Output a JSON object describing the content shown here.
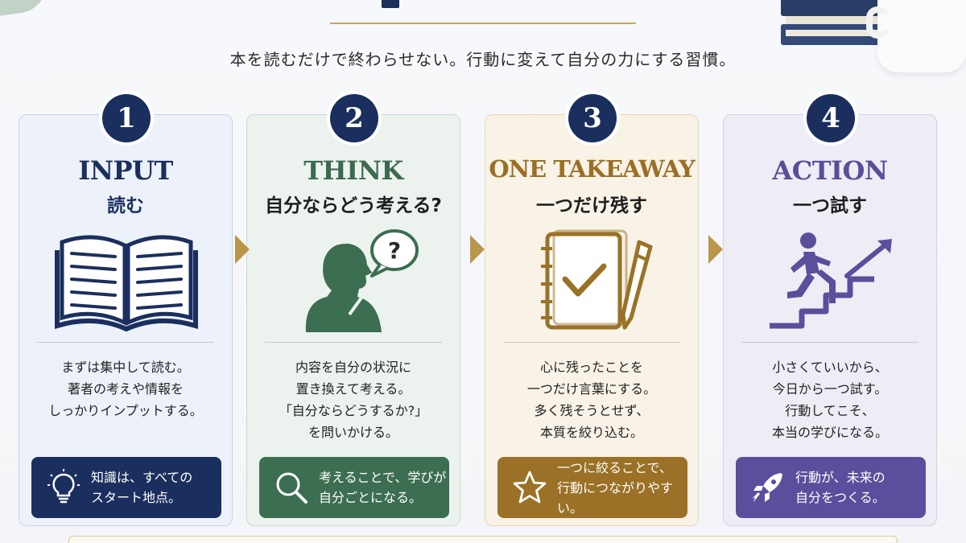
{
  "subtitle": "本を読むだけで終わらせない。行動に変えて自分の力にする習慣。",
  "steps": [
    {
      "number": "1",
      "title_en": "INPUT",
      "title_jp": "読む",
      "body": [
        "まずは集中して読む。",
        "著者の考えや情報を",
        "しっかりインプットする。"
      ],
      "tip": [
        "知識は、すべての",
        "スタート地点。"
      ],
      "tip_icon": "lightbulb-icon",
      "illustration": "open-book-icon",
      "color": "#1b2f5e"
    },
    {
      "number": "2",
      "title_en": "THINK",
      "title_jp": "自分ならどう考える?",
      "body": [
        "内容を自分の状況に",
        "置き換えて考える。",
        "「自分ならどうするか?」",
        "を問いかける。"
      ],
      "tip": [
        "考えることで、学びが",
        "自分ごとになる。"
      ],
      "tip_icon": "magnifier-icon",
      "illustration": "thinking-person-icon",
      "color": "#3c6e51"
    },
    {
      "number": "3",
      "title_en": "ONE TAKEAWAY",
      "title_jp": "一つだけ残す",
      "body": [
        "心に残ったことを",
        "一つだけ言葉にする。",
        "多く残そうとせず、",
        "本質を絞り込む。"
      ],
      "tip": [
        "一つに絞ることで、",
        "行動につながりやすい。"
      ],
      "tip_icon": "star-icon",
      "illustration": "notebook-pen-icon",
      "color": "#9a7126"
    },
    {
      "number": "4",
      "title_en": "ACTION",
      "title_jp": "一つ試す",
      "body": [
        "小さくていいから、",
        "今日から一つ試す。",
        "行動してこそ、",
        "本当の学びになる。"
      ],
      "tip": [
        "行動が、未来の",
        "自分をつくる。"
      ],
      "tip_icon": "rocket-icon",
      "illustration": "climbing-stairs-icon",
      "color": "#5c4e9c"
    }
  ],
  "arrow_color": "#b8974a"
}
